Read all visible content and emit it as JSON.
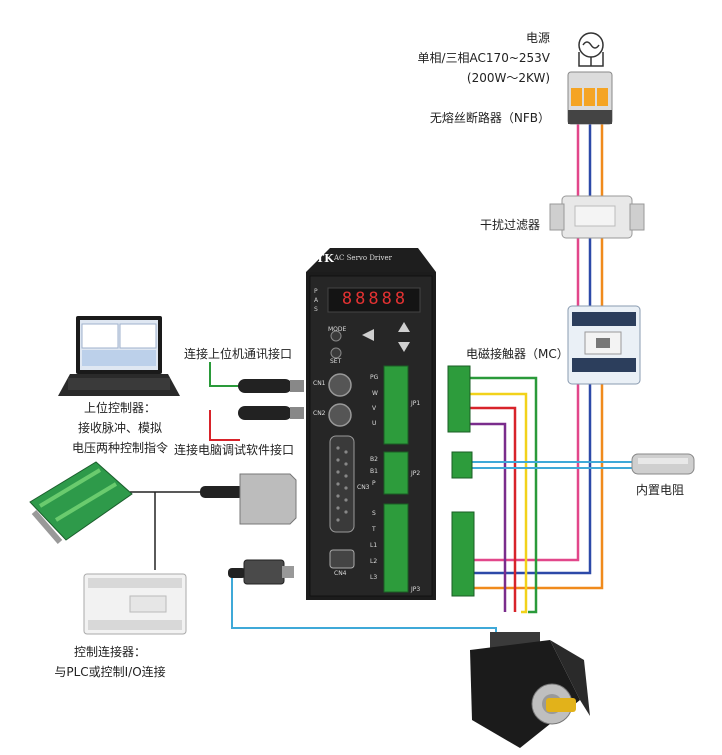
{
  "power": {
    "title": "电源",
    "line1": "单相/三相AC170~253V",
    "line2": "(200W～2KW)",
    "breaker": "无熔丝断路器（NFB）"
  },
  "filter": {
    "label": "干扰过滤器"
  },
  "contactor": {
    "label": "电磁接触器（MC）"
  },
  "resistor": {
    "label": "内置电阻"
  },
  "host": {
    "line1": "上位控制器：",
    "line2": "接收脉冲、模拟",
    "line3": "电压两种控制指令"
  },
  "connector": {
    "line1": "控制连接器：",
    "line2": "与PLC或控制I/O连接"
  },
  "ports": {
    "cn1": "连接上位机通讯接口",
    "cn2": "连接电脑调试软件接口"
  },
  "drive": {
    "brand": "TK",
    "model": "AC Servo Driver",
    "display": "88888",
    "side_marks": [
      "P",
      "A",
      "S"
    ],
    "buttons": [
      "MODE",
      "SET"
    ],
    "connectors": [
      "CN1",
      "CN2",
      "CN3",
      "CN4"
    ],
    "terminal_groups": [
      "JP1",
      "JP2",
      "JP3"
    ],
    "jp1_pins": [
      "PG",
      "W",
      "V",
      "U"
    ],
    "jp2_pins": [
      "B2",
      "B1",
      "P"
    ],
    "jp3_pins": [
      "S",
      "T",
      "L1",
      "L2",
      "L3"
    ]
  },
  "colors": {
    "pink": "#e2478a",
    "blue": "#2c49a8",
    "orange": "#f08a1c",
    "red": "#d8232a",
    "yellow": "#f2d21a",
    "green": "#2a9a3a",
    "purple": "#7a2c8c",
    "cyan": "#3fa9d8"
  }
}
